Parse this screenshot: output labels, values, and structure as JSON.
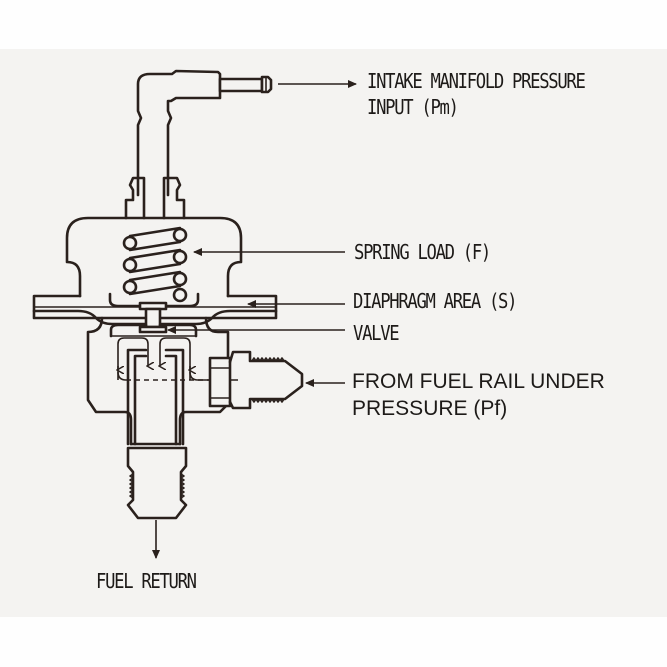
{
  "diagram": {
    "title": "Fuel Pressure Regulator Cross-Section",
    "labels": {
      "intake_line1": "INTAKE MANIFOLD PRESSURE",
      "intake_line2": "INPUT (Pm)",
      "spring": "SPRING LOAD (F)",
      "diaphragm": "DIAPHRAGM AREA (S)",
      "valve": "VALVE",
      "fuel_rail_line1": "FROM FUEL RAIL UNDER",
      "fuel_rail_line2": "PRESSURE (Pf)",
      "fuel_return": "FUEL RETURN"
    },
    "colors": {
      "line": "#2a211d",
      "panel": "#f4f3f1",
      "background": "#fefefe"
    }
  }
}
